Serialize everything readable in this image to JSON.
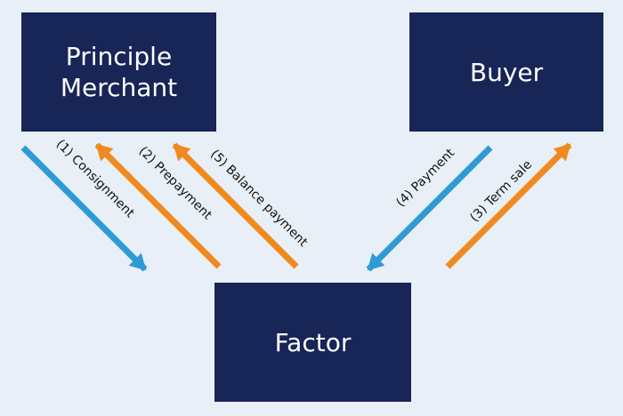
{
  "boxes": {
    "principal_line1": "Principle",
    "principal_line2": "Merchant",
    "buyer": "Buyer",
    "factor": "Factor"
  },
  "arrows": {
    "consignment": "(1) Consignment",
    "prepayment": "(2) Prepayment",
    "term_sale": "(3) Term sale",
    "payment": "(4) Payment",
    "balance_payment": "(5) Balance payment"
  },
  "colors": {
    "box_fill": "#172557",
    "box_text": "#ffffff",
    "background": "#e9eff7",
    "arrow_blue": "#2f9bd6",
    "arrow_orange": "#f08a1e"
  }
}
